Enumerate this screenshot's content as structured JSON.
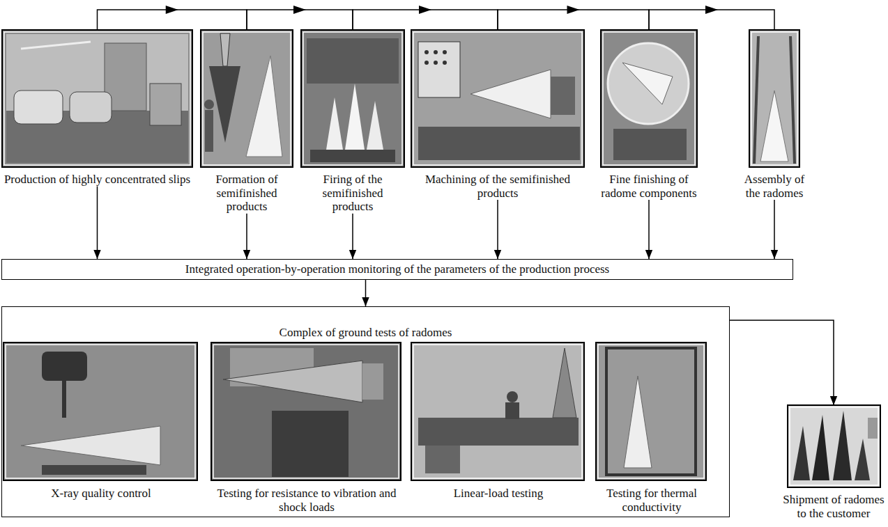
{
  "diagram": {
    "nodes": [
      {
        "text": [
          "Production of highly concentrated slips"
        ]
      },
      {
        "text": [
          "Formation of semifinished products"
        ]
      },
      {
        "text": [
          "Firing of the semifinished products"
        ]
      },
      {
        "text": [
          "Machining of the semifinished products"
        ]
      },
      {
        "text": [
          "Fine finishing of radome components"
        ]
      },
      {
        "text": [
          "Assembly of the radomes"
        ]
      },
      {
        "text": [
          "Integrated operation-by-operation monitoring of the parameters of the production process"
        ]
      },
      {
        "text": [
          "Complex of ground tests of radomes"
        ]
      },
      {
        "text": [
          "X-ray quality control"
        ],
        "in": 7
      },
      {
        "text": [
          "Testing for resistance to vibration and shock loads"
        ],
        "in": 7
      },
      {
        "text": [
          "Linear-load testing"
        ],
        "in": 7
      },
      {
        "text": [
          "Testing for thermal conductivity"
        ],
        "in": 7
      },
      {
        "text": [
          "Shipment of radomes to the customer"
        ]
      }
    ],
    "edges": [
      {
        "from": 0,
        "to": 1,
        "arrow": "to"
      },
      {
        "from": 1,
        "to": 2,
        "arrow": "to"
      },
      {
        "from": 2,
        "to": 3,
        "arrow": "to"
      },
      {
        "from": 3,
        "to": 4,
        "arrow": "to"
      },
      {
        "from": 4,
        "to": 5,
        "arrow": "to"
      },
      {
        "from": 0,
        "to": 6,
        "arrow": "to"
      },
      {
        "from": 1,
        "to": 6,
        "arrow": "to"
      },
      {
        "from": 2,
        "to": 6,
        "arrow": "to"
      },
      {
        "from": 3,
        "to": 6,
        "arrow": "to"
      },
      {
        "from": 4,
        "to": 6,
        "arrow": "to"
      },
      {
        "from": 5,
        "to": 6,
        "arrow": "to"
      },
      {
        "from": 6,
        "to": 7,
        "arrow": "to"
      },
      {
        "from": 7,
        "to": 12,
        "arrow": "to"
      }
    ]
  }
}
